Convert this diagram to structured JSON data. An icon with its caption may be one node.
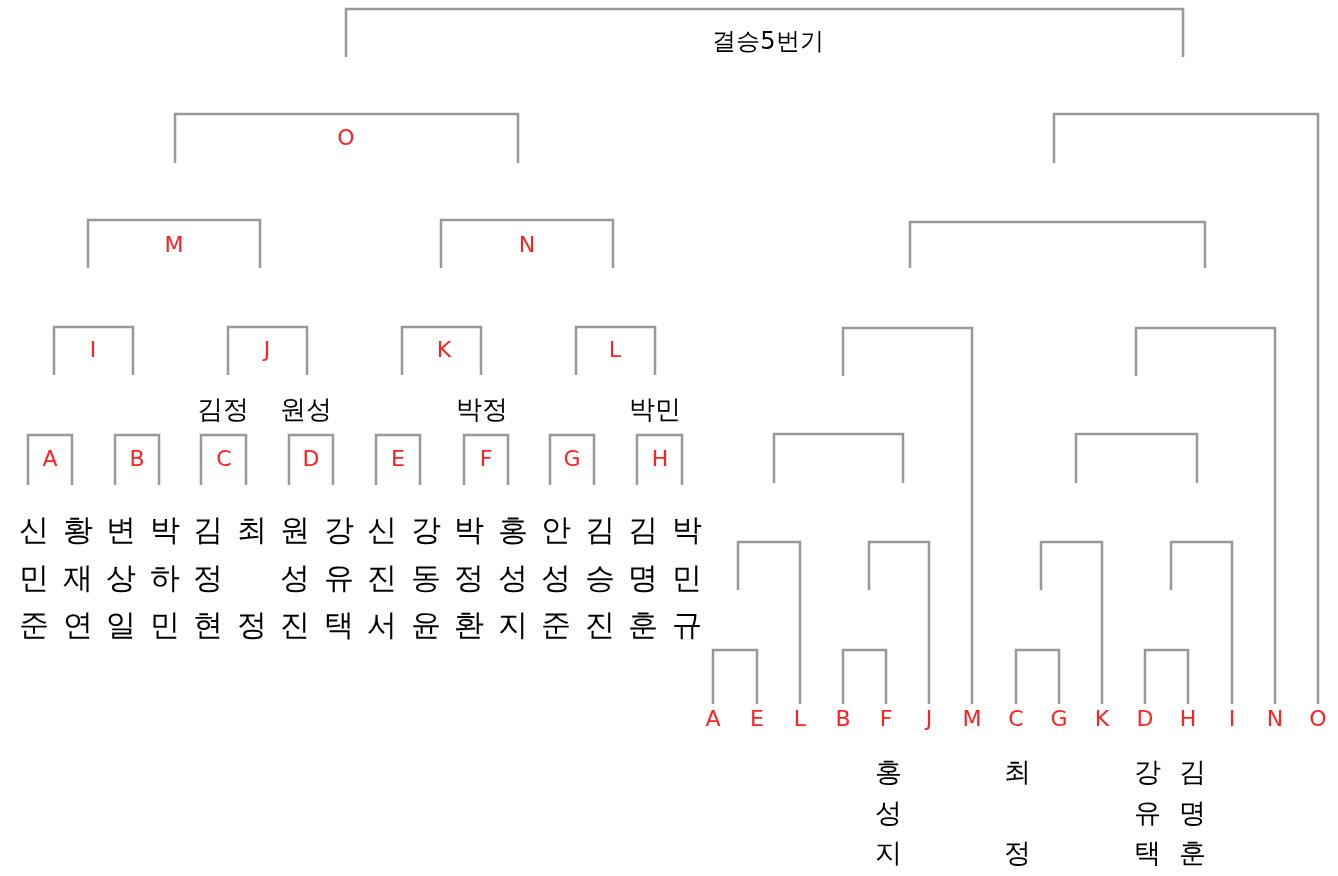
{
  "diagram": {
    "labels": [
      "결승5번기",
      "O",
      "M",
      "N",
      "I",
      "J",
      "K",
      "L",
      "김정",
      "원성",
      "박정",
      "박민",
      "A",
      "B",
      "C",
      "D",
      "E",
      "F",
      "G",
      "H",
      "신민준",
      "황재연",
      "변상일",
      "박하민",
      "김정현",
      "최정",
      "원성진",
      "강유택",
      "신진서",
      "강동윤",
      "박정환",
      "홍성지",
      "안성준",
      "김승진",
      "김명훈",
      "박민규",
      "A",
      "E",
      "L",
      "B",
      "F",
      "J",
      "M",
      "C",
      "G",
      "K",
      "D",
      "H",
      "I",
      "N",
      "O",
      "홍성지",
      "최정",
      "강유택",
      "김명훈"
    ]
  }
}
